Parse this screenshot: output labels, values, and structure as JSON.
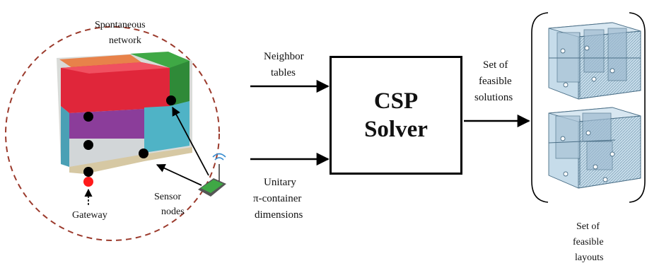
{
  "left_panel": {
    "title_line1": "Spontaneous",
    "title_line2": "network",
    "gateway_label": "Gateway",
    "sensor_line1": "Sensor",
    "sensor_line2": "nodes"
  },
  "arrows": {
    "top_in_line1": "Neighbor",
    "top_in_line2": "tables",
    "bottom_in_line1": "Unitary",
    "bottom_in_line2": "π-container",
    "bottom_in_line3": "dimensions",
    "out_line1": "Set of",
    "out_line2": "feasible",
    "out_line3": "solutions"
  },
  "solver": {
    "line1": "CSP",
    "line2": "Solver"
  },
  "right_panel": {
    "caption_line1": "Set of",
    "caption_line2": "feasible",
    "caption_line3": "layouts"
  },
  "colors": {
    "circle_border": "#9b3a2c",
    "box_red": "#e0263a",
    "box_green": "#3fa845",
    "box_purple": "#8b3d9a",
    "box_teal": "#4fb3c6",
    "box_orange": "#e8824a",
    "gateway_red": "#ff1a1a",
    "layout_blue": "#7fb6d6"
  }
}
